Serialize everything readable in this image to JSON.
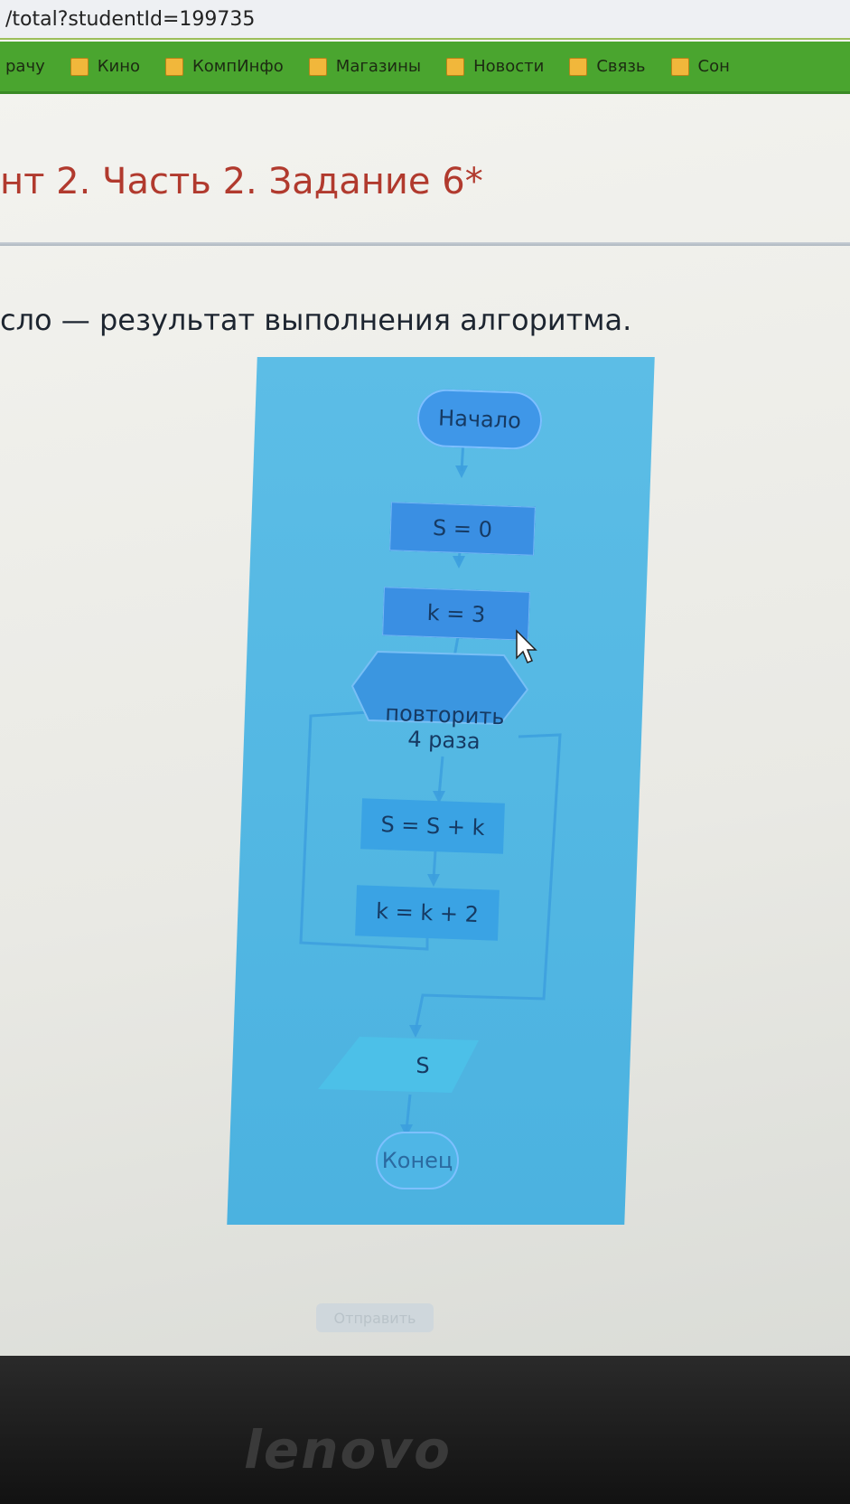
{
  "browser": {
    "url_fragment": "/total?studentId=199735",
    "bookmarks": [
      {
        "label": "рачу"
      },
      {
        "label": "Кино"
      },
      {
        "label": "КомпИнфо"
      },
      {
        "label": "Магазины"
      },
      {
        "label": "Новости"
      },
      {
        "label": "Связь"
      },
      {
        "label": "Сон"
      }
    ]
  },
  "page": {
    "title": "нт 2. Часть 2. Задание 6*",
    "question": "сло — результат выполнения алгоритма.",
    "submit_label": "Отправить"
  },
  "flowchart": {
    "start": "Начало",
    "step1": "S = 0",
    "step2": "k = 3",
    "loop_line1": "повторить",
    "loop_line2": "4 раза",
    "body1": "S = S + k",
    "body2": "k = k + 2",
    "output": "S",
    "end": "Конец"
  },
  "device": {
    "brand": "lenovo"
  },
  "colors": {
    "title": "#b13a2e",
    "bookmark_bar": "#4aa52f",
    "panel": "#4bb2e0",
    "block": "#3a8fe3"
  }
}
